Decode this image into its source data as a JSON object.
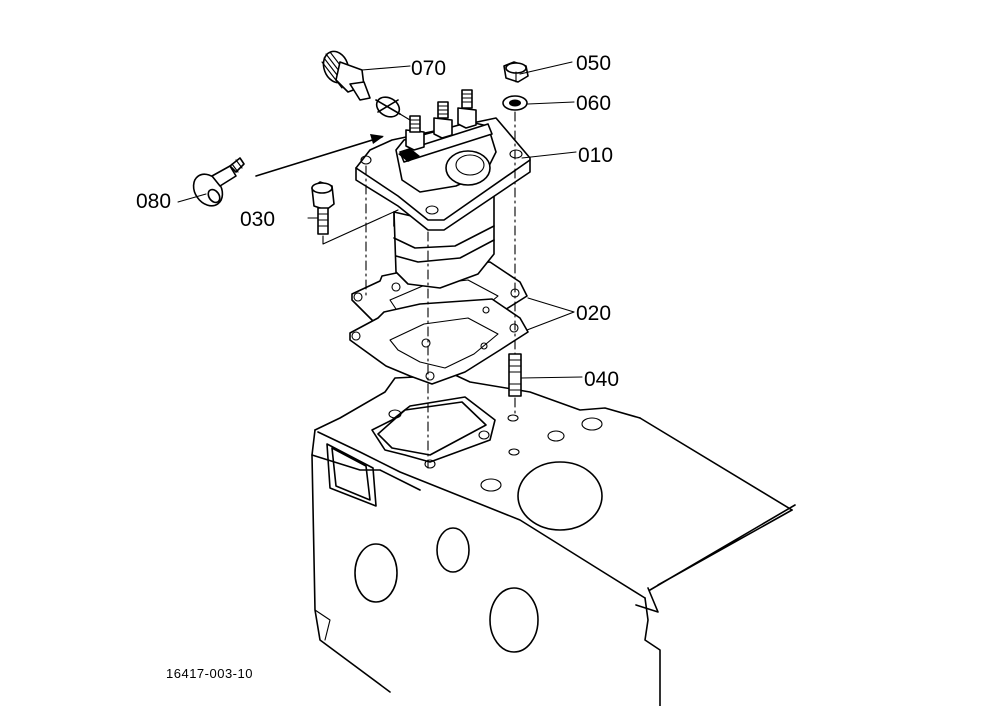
{
  "diagram": {
    "parts": [
      {
        "id": "p010",
        "label": "010"
      },
      {
        "id": "p020",
        "label": "020"
      },
      {
        "id": "p030",
        "label": "030"
      },
      {
        "id": "p040",
        "label": "040"
      },
      {
        "id": "p050",
        "label": "050"
      },
      {
        "id": "p060",
        "label": "060"
      },
      {
        "id": "p070",
        "label": "070"
      },
      {
        "id": "p080",
        "label": "080"
      }
    ],
    "drawing_number": "16417-003-10"
  }
}
